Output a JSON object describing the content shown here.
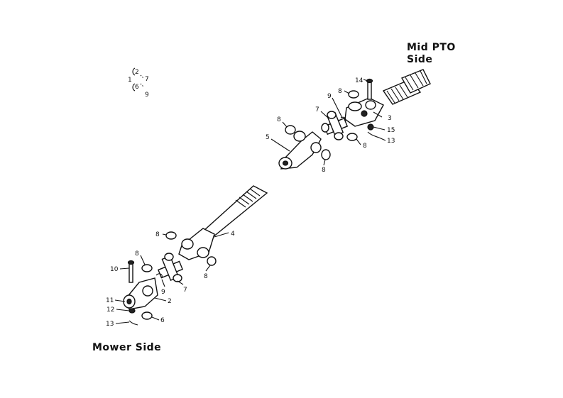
{
  "labels": {
    "mid_pto_line1": "Mid PTO",
    "mid_pto_line2": "Side",
    "mower_side": "Mower Side"
  },
  "legend": [
    "2",
    "1",
    "7",
    "6",
    "9"
  ],
  "callouts": {
    "c14": "14",
    "c8a": "8",
    "c9a": "9",
    "c7a": "7",
    "c3": "3",
    "c15": "15",
    "c8b": "8",
    "c13a": "13",
    "c8c": "8",
    "c5": "5",
    "c8d": "8",
    "c8e": "8",
    "c4": "4",
    "c8f": "8",
    "c8g": "8",
    "c10": "10",
    "c9b": "9",
    "c7b": "7",
    "c11": "11",
    "c2": "2",
    "c12": "12",
    "c6": "6",
    "c13b": "13"
  }
}
